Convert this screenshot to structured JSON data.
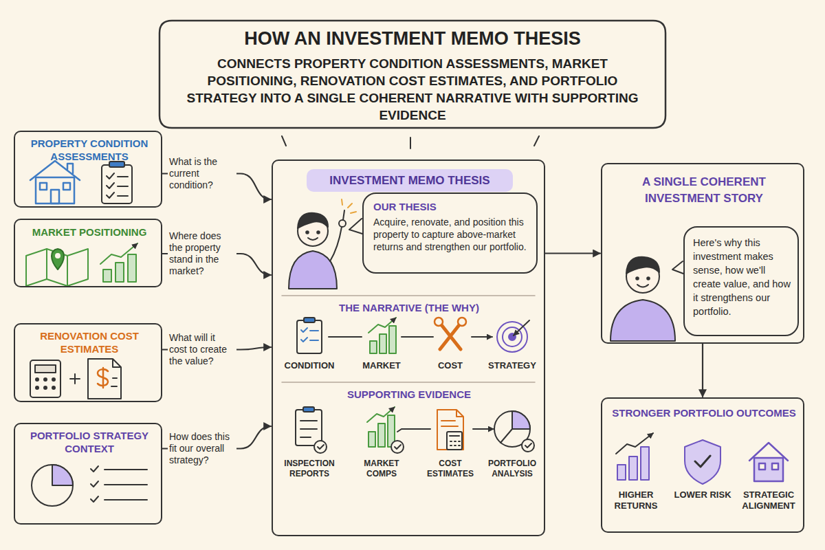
{
  "diagram": {
    "title": "HOW AN INVESTMENT MEMO THESIS",
    "nodes": [
      {
        "text": [
          "PROPERTY CONDITION ASSESSMENTS"
        ]
      },
      {
        "text": [
          "MARKET POSITIONING"
        ]
      },
      {
        "text": [
          "RENOVATION COST ESTIMATES"
        ]
      },
      {
        "text": [
          "PORTFOLIO STRATEGY CONTEXT"
        ]
      },
      {
        "text": [
          "INVESTMENT MEMO THESIS"
        ]
      },
      {
        "text": [
          "OUR THESIS",
          "Acquire, renovate, and position this property to capture above-market returns and strengthen our portfolio."
        ],
        "in": 4
      },
      {
        "text": [
          "A SINGLE COHERENT INVESTMENT STORY"
        ]
      },
      {
        "text": [
          "Here's why this investment makes sense, how we'll create value, and how it strengthens our portfolio."
        ],
        "in": 6
      },
      {
        "text": [
          "STRONGER PORTFOLIO OUTCOMES"
        ]
      }
    ],
    "edges": [
      {
        "from": 0,
        "to": 4,
        "label": "What is the current condition?",
        "arrow": "to"
      },
      {
        "from": 1,
        "to": 4,
        "label": "Where does the property stand in the market?",
        "arrow": "to"
      },
      {
        "from": 2,
        "to": 4,
        "label": "What will it cost to create the value?",
        "arrow": "to"
      },
      {
        "from": 3,
        "to": 4,
        "label": "How does this fit our overall strategy?",
        "arrow": "to"
      },
      {
        "from": 4,
        "to": 6,
        "arrow": "to"
      },
      {
        "from": 6,
        "to": 8,
        "arrow": "to"
      }
    ],
    "labels": [
      "CONNECTS PROPERTY CONDITION ASSESSMENTS, MARKET POSITIONING, RENOVATION COST ESTIMATES, AND PORTFOLIO STRATEGY INTO A SINGLE COHERENT NARRATIVE WITH SUPPORTING EVIDENCE",
      "THE NARRATIVE (THE WHY)",
      "CONDITION",
      "MARKET",
      "COST",
      "STRATEGY",
      "SUPPORTING EVIDENCE",
      "INSPECTION REPORTS",
      "MARKET COMPS",
      "COST ESTIMATES",
      "PORTFOLIO ANALYSIS",
      "HIGHER RETURNS",
      "LOWER RISK",
      "STRATEGIC ALIGNMENT"
    ]
  }
}
